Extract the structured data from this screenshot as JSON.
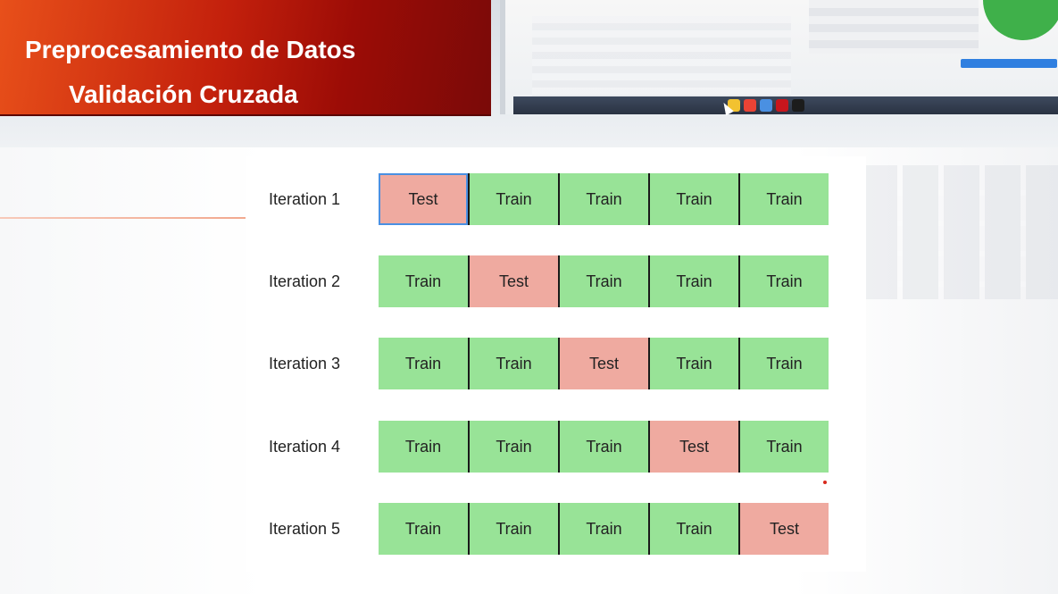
{
  "banner": {
    "title": "Preprocesamiento de Datos",
    "subtitle": "Validación Cruzada"
  },
  "colors": {
    "train": "#98e397",
    "test": "#efaaa0",
    "banner_start": "#e8501a",
    "banner_end": "#7a0a08"
  },
  "diagram": {
    "rows": [
      {
        "label": "Iteration 1",
        "folds": [
          "Test",
          "Train",
          "Train",
          "Train",
          "Train"
        ]
      },
      {
        "label": "Iteration 2",
        "folds": [
          "Train",
          "Test",
          "Train",
          "Train",
          "Train"
        ]
      },
      {
        "label": "Iteration 3",
        "folds": [
          "Train",
          "Train",
          "Test",
          "Train",
          "Train"
        ]
      },
      {
        "label": "Iteration 4",
        "folds": [
          "Train",
          "Train",
          "Train",
          "Test",
          "Train"
        ]
      },
      {
        "label": "Iteration 5",
        "folds": [
          "Train",
          "Train",
          "Train",
          "Train",
          "Test"
        ]
      }
    ]
  }
}
